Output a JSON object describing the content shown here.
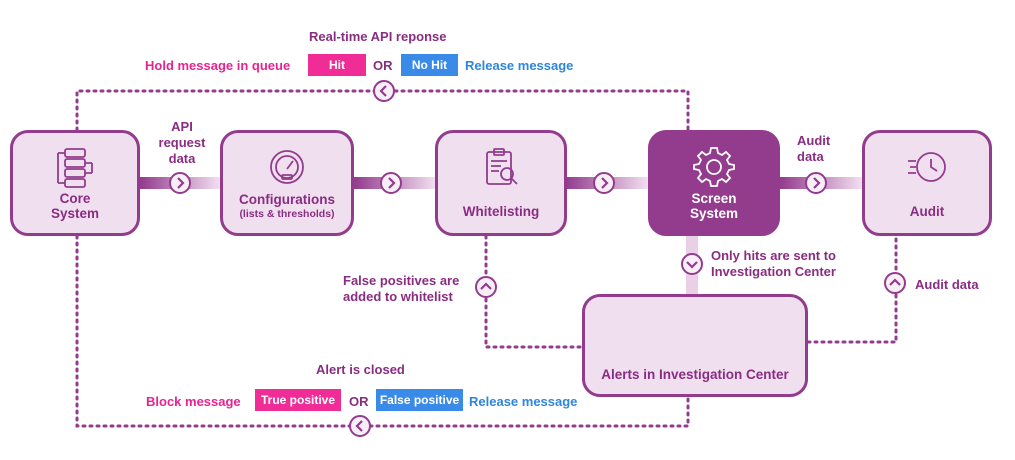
{
  "nodes": {
    "core": {
      "line1": "Core",
      "line2": "System"
    },
    "configurations": {
      "title": "Configurations",
      "sub": "(lists & thresholds)"
    },
    "whitelisting": {
      "title": "Whitelisting"
    },
    "screen": {
      "line1": "Screen",
      "line2": "System"
    },
    "audit": {
      "title": "Audit"
    },
    "alerts": {
      "title": "Alerts in Investigation Center"
    }
  },
  "top": {
    "caption": "Real-time API reponse",
    "left_label": "Hold message in queue",
    "tag_hit": "Hit",
    "or": "OR",
    "tag_nohit": "No Hit",
    "right_label": "Release message"
  },
  "bottom": {
    "caption": "Alert is closed",
    "left_label": "Block message",
    "tag_true": "True positive",
    "or": "OR",
    "tag_false": "False positive",
    "right_label": "Release message"
  },
  "edges": {
    "api_request": [
      "API",
      "request",
      "data"
    ],
    "audit_data_top": [
      "Audit",
      "data"
    ],
    "hits_sent": [
      "Only hits are sent to",
      "Investigation Center"
    ],
    "false_pos": [
      "False positives are",
      "added to whitelist"
    ],
    "audit_data_right": "Audit data"
  },
  "colors": {
    "primary": "#933b8d",
    "box_fill": "#f0e0ef",
    "pink": "#f02d96",
    "blue": "#3a8be8",
    "label_purple": "#8a2d82"
  },
  "icons": [
    "database-icon",
    "gauge-icon",
    "clipboard-search-icon",
    "gear-icon",
    "clock-history-icon",
    "chevron-right-icon",
    "chevron-left-icon",
    "chevron-up-icon",
    "chevron-down-icon"
  ]
}
